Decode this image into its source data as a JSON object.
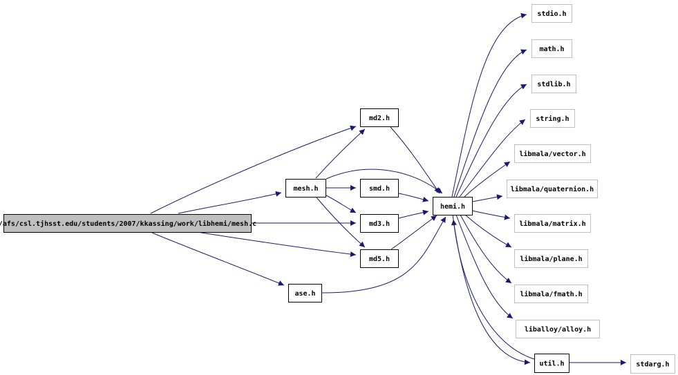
{
  "colors": {
    "edge": "#191970",
    "root_fill": "#bfbfbf",
    "root_border": "#000000",
    "node_border": "#000000",
    "external_border": "#bfbfbf",
    "text": "#000000"
  },
  "nodes": [
    {
      "id": "root",
      "label": "/afs/csl.tjhsst.edu/students/2007/kkassing/work/libhemi/mesh.c",
      "kind": "root"
    },
    {
      "id": "md2",
      "label": "md2.h",
      "kind": "internal"
    },
    {
      "id": "mesh",
      "label": "mesh.h",
      "kind": "internal"
    },
    {
      "id": "smd",
      "label": "smd.h",
      "kind": "internal"
    },
    {
      "id": "md3",
      "label": "md3.h",
      "kind": "internal"
    },
    {
      "id": "md5",
      "label": "md5.h",
      "kind": "internal"
    },
    {
      "id": "ase",
      "label": "ase.h",
      "kind": "internal"
    },
    {
      "id": "hemi",
      "label": "hemi.h",
      "kind": "internal"
    },
    {
      "id": "util",
      "label": "util.h",
      "kind": "internal"
    },
    {
      "id": "stdio",
      "label": "stdio.h",
      "kind": "external"
    },
    {
      "id": "math",
      "label": "math.h",
      "kind": "external"
    },
    {
      "id": "stdlib",
      "label": "stdlib.h",
      "kind": "external"
    },
    {
      "id": "string",
      "label": "string.h",
      "kind": "external"
    },
    {
      "id": "vector",
      "label": "libmala/vector.h",
      "kind": "external"
    },
    {
      "id": "quaternion",
      "label": "libmala/quaternion.h",
      "kind": "external"
    },
    {
      "id": "matrix",
      "label": "libmala/matrix.h",
      "kind": "external"
    },
    {
      "id": "plane",
      "label": "libmala/plane.h",
      "kind": "external"
    },
    {
      "id": "fmath",
      "label": "libmala/fmath.h",
      "kind": "external"
    },
    {
      "id": "alloy",
      "label": "liballoy/alloy.h",
      "kind": "external"
    },
    {
      "id": "stdarg",
      "label": "stdarg.h",
      "kind": "external"
    }
  ],
  "edges": [
    {
      "from": "root",
      "to": "md2"
    },
    {
      "from": "root",
      "to": "mesh"
    },
    {
      "from": "root",
      "to": "md3"
    },
    {
      "from": "root",
      "to": "md5"
    },
    {
      "from": "root",
      "to": "ase"
    },
    {
      "from": "mesh",
      "to": "md2"
    },
    {
      "from": "mesh",
      "to": "hemi"
    },
    {
      "from": "mesh",
      "to": "smd"
    },
    {
      "from": "mesh",
      "to": "md3"
    },
    {
      "from": "mesh",
      "to": "md5"
    },
    {
      "from": "md2",
      "to": "hemi"
    },
    {
      "from": "smd",
      "to": "hemi"
    },
    {
      "from": "md3",
      "to": "hemi"
    },
    {
      "from": "md5",
      "to": "hemi"
    },
    {
      "from": "ase",
      "to": "hemi"
    },
    {
      "from": "hemi",
      "to": "stdio"
    },
    {
      "from": "hemi",
      "to": "math"
    },
    {
      "from": "hemi",
      "to": "stdlib"
    },
    {
      "from": "hemi",
      "to": "string"
    },
    {
      "from": "hemi",
      "to": "vector"
    },
    {
      "from": "hemi",
      "to": "quaternion"
    },
    {
      "from": "hemi",
      "to": "matrix"
    },
    {
      "from": "hemi",
      "to": "plane"
    },
    {
      "from": "hemi",
      "to": "fmath"
    },
    {
      "from": "hemi",
      "to": "alloy"
    },
    {
      "from": "hemi",
      "to": "util"
    },
    {
      "from": "util",
      "to": "hemi"
    },
    {
      "from": "util",
      "to": "stdarg"
    }
  ]
}
